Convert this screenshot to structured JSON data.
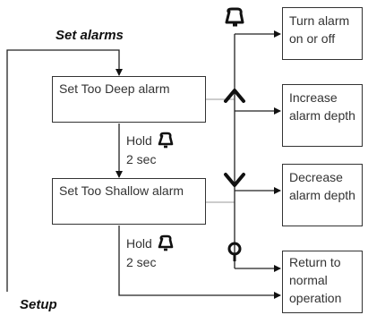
{
  "headings": {
    "set_alarms": "Set alarms",
    "setup": "Setup"
  },
  "steps": {
    "too_deep": "Set Too Deep alarm",
    "too_shallow": "Set Too Shallow alarm"
  },
  "transitions": {
    "hold_1": "Hold",
    "duration_1": "2 sec",
    "hold_2": "Hold",
    "duration_2": "2 sec"
  },
  "actions": {
    "toggle": "Turn alarm on or off",
    "increase": "Increase alarm depth",
    "decrease": "Decrease alarm depth",
    "return": "Return to normal operation"
  },
  "icons": {
    "bell": "bell-icon",
    "up": "up-arrow-icon",
    "down": "down-arrow-icon",
    "bulb": "light-bulb-icon"
  }
}
